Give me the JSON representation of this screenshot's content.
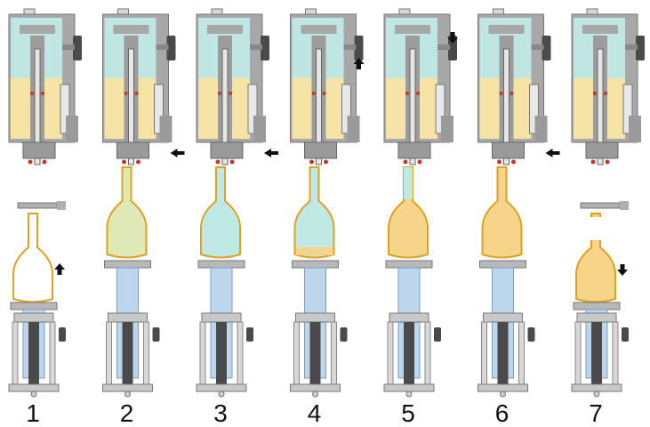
{
  "steps": [
    {
      "label": "1",
      "bottle_state": "empty",
      "bottle_attached": false,
      "arrow": "up-beside-bottle"
    },
    {
      "label": "2",
      "bottle_state": "light-green",
      "bottle_attached": true,
      "arrow": "left-mid-valve"
    },
    {
      "label": "3",
      "bottle_state": "cyan",
      "bottle_attached": true,
      "arrow": "left-mid-valve"
    },
    {
      "label": "4",
      "bottle_state": "cyan-partial-yellow",
      "bottle_attached": true,
      "arrow": "up-top-knob"
    },
    {
      "label": "5",
      "bottle_state": "yellow-with-cyan-neck",
      "bottle_attached": true,
      "arrow": "down-top-knob"
    },
    {
      "label": "6",
      "bottle_state": "yellow",
      "bottle_attached": true,
      "arrow": "left-mid-valve"
    },
    {
      "label": "7",
      "bottle_state": "yellow",
      "bottle_attached": false,
      "arrow": "down-beside-bottle"
    }
  ],
  "colors": {
    "tank_upper": "#bfe6e3",
    "tank_lower": "#f6e4a6",
    "machine_gray": "#a8a8a8",
    "machine_dark": "#4a4a4a",
    "lift_blue": "#bcd6ee",
    "bottle_outline": "#e0a020",
    "bottle_green": "#dfe9b8",
    "bottle_cyan": "#bfe9e4",
    "bottle_yellow": "#f6d58a",
    "arrow": "#111111"
  }
}
